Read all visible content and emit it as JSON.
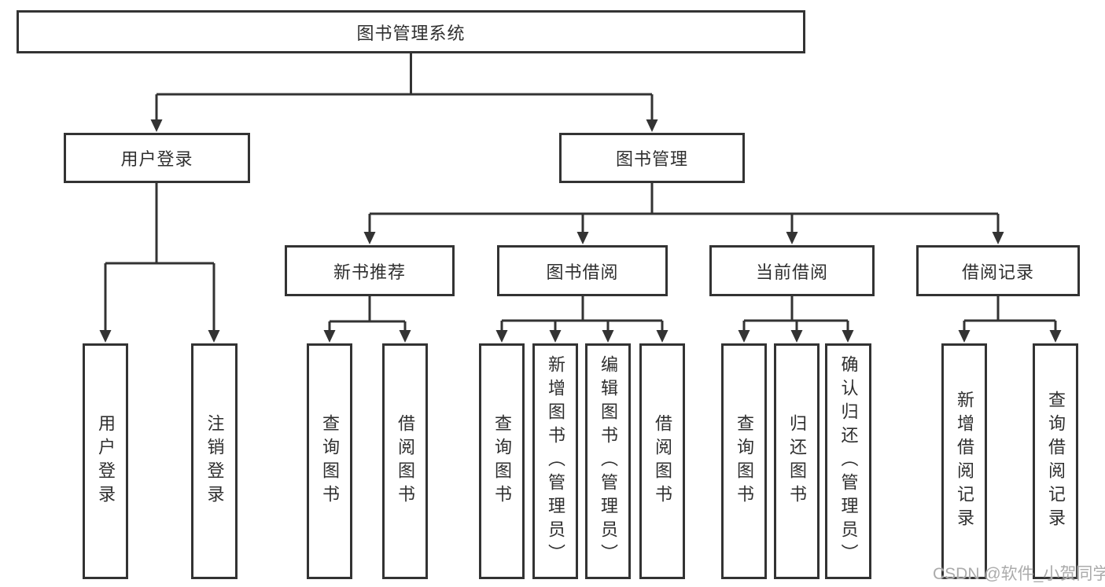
{
  "diagram": {
    "root": "图书管理系统",
    "level2": [
      "用户登录",
      "图书管理"
    ],
    "level3": [
      "新书推荐",
      "图书借阅",
      "当前借阅",
      "借阅记录"
    ],
    "leaves": {
      "user_login": [
        "用户登录",
        "注销登录"
      ],
      "new_books": [
        "查询图书",
        "借阅图书"
      ],
      "book_borrow": [
        "查询图书",
        "新增图书（管理员）",
        "编辑图书（管理员）",
        "借阅图书"
      ],
      "current_borrow": [
        "查询图书",
        "归还图书",
        "确认归还（管理员）"
      ],
      "borrow_records": [
        "新增借阅记录",
        "查询借阅记录"
      ]
    }
  },
  "watermark": "CSDN @软件_小贺同学",
  "colors": {
    "line": "#333333",
    "text": "#2f2f2f",
    "box_background": "#ffffff",
    "watermark_text": "#ababab",
    "background": "#ffffff"
  }
}
